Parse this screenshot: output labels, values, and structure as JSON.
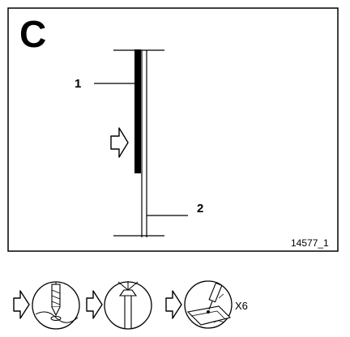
{
  "panel": {
    "letter": "C",
    "callout_1": "1",
    "callout_2": "2",
    "reference": "14577_1"
  },
  "procedure": {
    "repeat_count": "X6",
    "steps": [
      {
        "icon": "drill-icon"
      },
      {
        "icon": "rivet-tool-icon"
      },
      {
        "icon": "sealant-application-icon"
      }
    ]
  },
  "colors": {
    "line": "#000000",
    "background": "#ffffff"
  }
}
